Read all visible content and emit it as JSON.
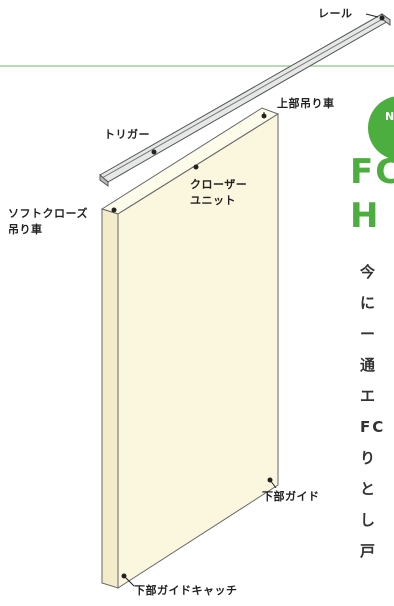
{
  "labels": {
    "rail": "レール",
    "upper_hanger": "上部吊り車",
    "trigger": "トリガー",
    "closer_unit_line1": "クローザー",
    "closer_unit_line2": "ユニット",
    "soft_close_line1": "ソフトクローズ",
    "soft_close_line2": "吊り車",
    "lower_guide": "下部ガイド",
    "lower_guide_catch": "下部ガイドキャッチ"
  },
  "right_panel": {
    "badge": "N",
    "title_lines": [
      "FC",
      "H"
    ],
    "body_lines": [
      "今",
      "に",
      "ー",
      "通",
      "エ",
      "FC",
      "り",
      "と",
      "し",
      "戸"
    ]
  },
  "colors": {
    "accent_green": "#4cae3f",
    "divider_green": "#9fd19a",
    "door_face": "#fbf7df",
    "door_side": "#f3eccb",
    "rail_fill": "#d9dcdc"
  }
}
